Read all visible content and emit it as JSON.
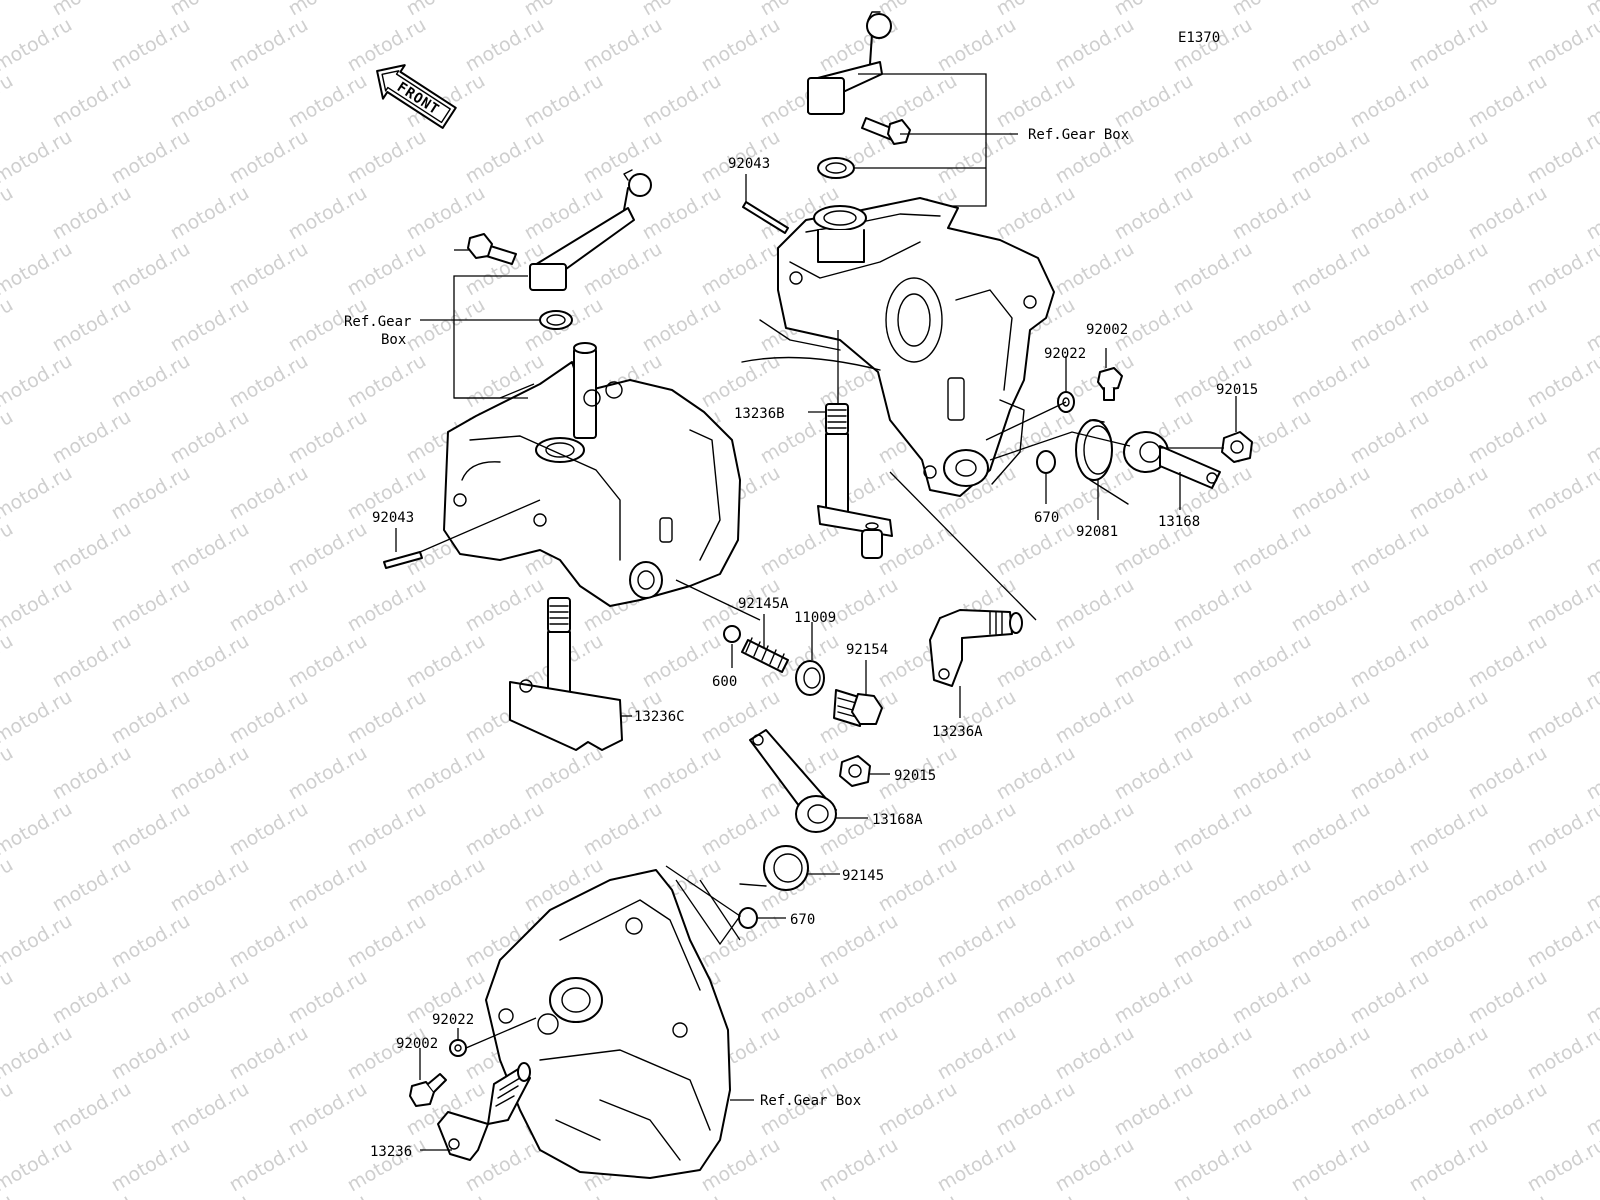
{
  "diagram_code": "E1370",
  "watermark": "motod.ru",
  "front_arrow": "FRONT",
  "labels": {
    "ref_gear_box_top": "Ref.Gear Box",
    "ref_gear_left_1": "Ref.Gear",
    "ref_gear_left_2": "Box",
    "ref_gear_box_bottom": "Ref.Gear Box",
    "p92043_top": "92043",
    "p92043_left": "92043",
    "p92002_right": "92002",
    "p92022_right": "92022",
    "p92015_right": "92015",
    "p13236B": "13236B",
    "p670_right": "670",
    "p92081": "92081",
    "p13168": "13168",
    "p92145A": "92145A",
    "p11009": "11009",
    "p92154": "92154",
    "p600": "600",
    "p13236A": "13236A",
    "p13236C": "13236C",
    "p92015_mid": "92015",
    "p13168A": "13168A",
    "p92145": "92145",
    "p670_bottom": "670",
    "p92022_bottom": "92022",
    "p92002_bottom": "92002",
    "p13236": "13236"
  }
}
